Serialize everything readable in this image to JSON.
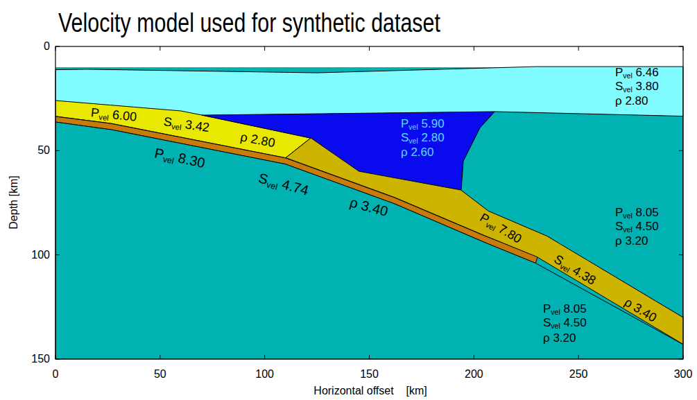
{
  "diagram": {
    "title": "Velocity model used for synthetic dataset",
    "nodes": [
      {
        "text": [
          "Pvel 6.46",
          "Svel 3.80",
          "ρ 2.80"
        ]
      },
      {
        "text": [
          "Pvel 6.00",
          "Svel 3.42",
          "ρ 2.80"
        ]
      },
      {
        "text": [
          "Pvel 5.90",
          "Svel 2.80",
          "ρ 2.60"
        ]
      },
      {
        "text": [
          "Pvel 8.30",
          "Svel 4.74",
          "ρ 3.40"
        ]
      },
      {
        "text": [
          "Pvel 7.80",
          "Svel 4.38",
          "ρ 3.40"
        ]
      },
      {
        "text": [
          "Pvel 8.05",
          "Svel 4.50",
          "ρ 3.20"
        ]
      },
      {
        "text": [
          "Pvel 8.05",
          "Svel 4.50",
          "ρ 3.20"
        ]
      }
    ],
    "labels": [
      "0",
      "50",
      "100",
      "150",
      "0",
      "50",
      "100",
      "150",
      "200",
      "250",
      "300",
      "Depth [km]",
      "Horizontal offset    [km]"
    ]
  }
}
